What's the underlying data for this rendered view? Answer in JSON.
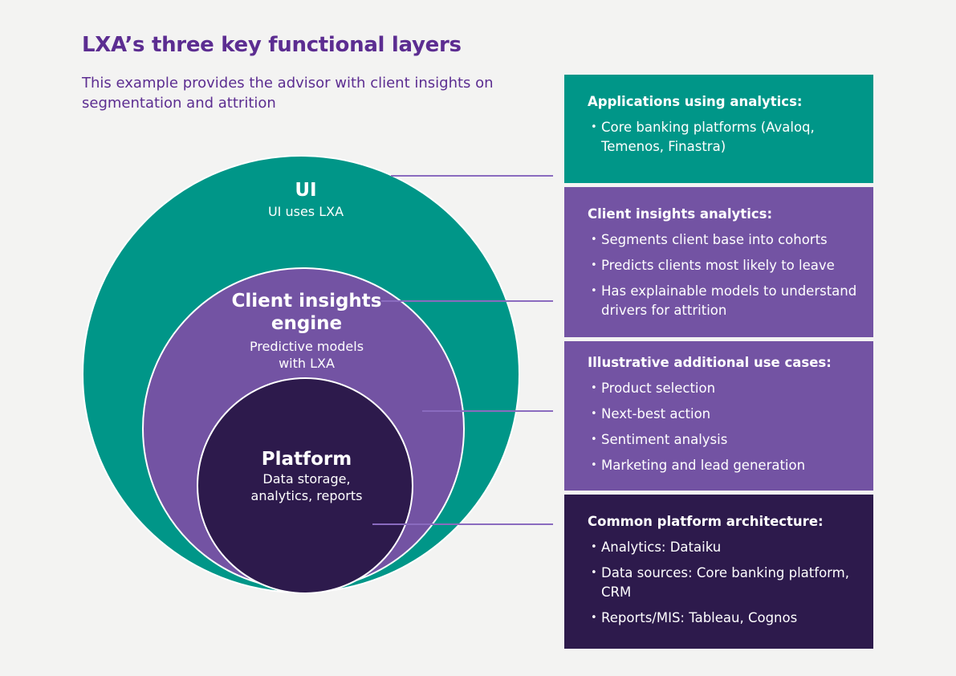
{
  "header": {
    "title": "LXA’s three key functional layers",
    "subtitle": "This example provides the advisor with client insights on segmentation and attrition"
  },
  "colors": {
    "teal": "#009688",
    "purple": "#7353a3",
    "dark_purple": "#2d1a4c",
    "title_purple": "#5c2d91"
  },
  "circles": {
    "ui": {
      "title": "UI",
      "sub": "UI uses LXA"
    },
    "engine": {
      "title_line1": "Client insights",
      "title_line2": "engine",
      "sub_line1": "Predictive models",
      "sub_line2": "with LXA"
    },
    "platform": {
      "title": "Platform",
      "sub_line1": "Data storage,",
      "sub_line2": "analytics, reports"
    }
  },
  "panels": [
    {
      "title": "Applications using analytics:",
      "items": [
        "Core banking platforms (Avaloq, Temenos, Finastra)"
      ]
    },
    {
      "title": "Client insights analytics:",
      "items": [
        "Segments client base into cohorts",
        "Predicts clients most likely to leave",
        "Has explainable models to understand drivers for attrition"
      ]
    },
    {
      "title": "Illustrative additional use cases:",
      "items": [
        "Product selection",
        "Next-best action",
        "Sentiment analysis",
        "Marketing and lead generation"
      ]
    },
    {
      "title": "Common platform architecture:",
      "items": [
        "Analytics: Dataiku",
        "Data sources: Core banking platform, CRM",
        "Reports/MIS: Tableau, Cognos"
      ]
    }
  ]
}
